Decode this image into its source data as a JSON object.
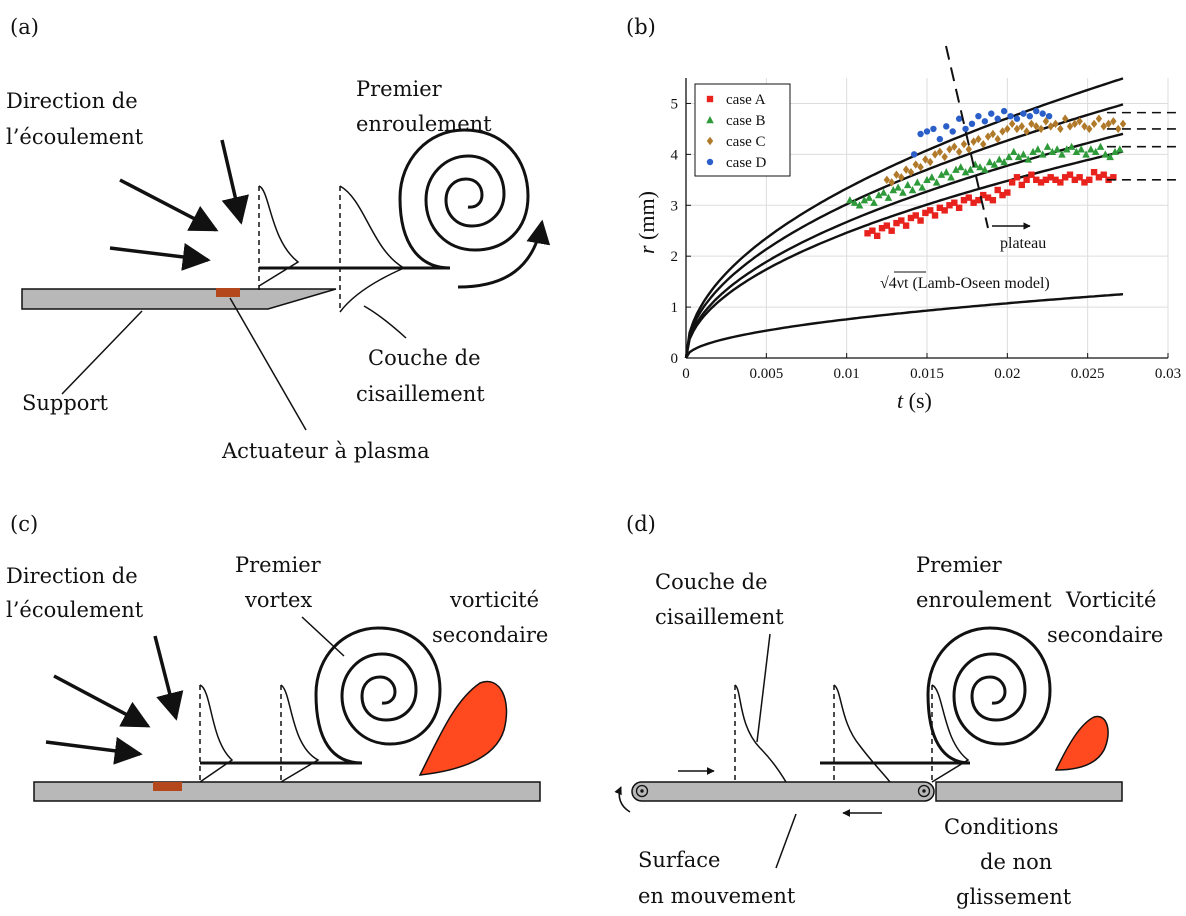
{
  "panels": {
    "a": {
      "tag": "(a)",
      "direction_line1": "Direction de",
      "direction_line2": "l’écoulement",
      "premier_line1": "Premier",
      "premier_line2": "enroulement",
      "support": "Support",
      "couche_line1": "Couche de",
      "couche_line2": "cisaillement",
      "actuator": "Actuateur à plasma"
    },
    "b": {
      "tag": "(b)"
    },
    "c": {
      "tag": "(c)",
      "direction_line1": "Direction de",
      "direction_line2": "l’écoulement",
      "vortex_line1": "Premier",
      "vortex_line2": "vortex",
      "secondary_line1": "vorticité",
      "secondary_line2": "secondaire"
    },
    "d": {
      "tag": "(d)",
      "couche_line1": "Couche de",
      "couche_line2": "cisaillement",
      "premier_line1": "Premier",
      "premier_line2": "enroulement",
      "secondary_line1": "Vorticité",
      "secondary_line2": "secondaire",
      "surface_line1": "Surface",
      "surface_line2": "en mouvement",
      "cond_line1": "Conditions",
      "cond_line2": "de non",
      "cond_line3": "glissement"
    }
  },
  "colors": {
    "plate": "#b8b8b8",
    "actuator": "#b5471c",
    "secondary_vorticity": "#ff4a1f",
    "case_a": "#e8231e",
    "case_b": "#2f9a3a",
    "case_c": "#b07a2a",
    "case_d": "#2a5fc9"
  },
  "chart_data": {
    "type": "scatter",
    "xlabel_var": "t",
    "xlabel_unit": " (s)",
    "ylabel_var": "r",
    "ylabel_unit": " (mm)",
    "xlim": [
      0,
      0.03
    ],
    "ylim": [
      0,
      5.5
    ],
    "x_ticks": [
      "0",
      "0.005",
      "0.01",
      "0.015",
      "0.02",
      "0.025",
      "0.03"
    ],
    "y_ticks": [
      "0",
      "1",
      "2",
      "3",
      "4",
      "5"
    ],
    "legend_position": "top-left",
    "plateau_label": "plateau",
    "model_label_formula": "√4νt",
    "model_label_text": " (Lamb-Oseen model)",
    "series": [
      {
        "name": "case A",
        "marker": "square",
        "color": "#e8231e",
        "x": [
          0.0113,
          0.0116,
          0.0119,
          0.0122,
          0.0125,
          0.0128,
          0.0131,
          0.0134,
          0.0137,
          0.014,
          0.0143,
          0.0146,
          0.0149,
          0.0152,
          0.0155,
          0.0158,
          0.0161,
          0.0164,
          0.0167,
          0.017,
          0.0173,
          0.0176,
          0.0179,
          0.0182,
          0.0185,
          0.0188,
          0.0191,
          0.0194,
          0.0197,
          0.02,
          0.0203,
          0.0206,
          0.0209,
          0.0212,
          0.0215,
          0.0218,
          0.0221,
          0.0224,
          0.0227,
          0.023,
          0.0233,
          0.0236,
          0.0239,
          0.0242,
          0.0245,
          0.0248,
          0.0251,
          0.0254,
          0.0257,
          0.026,
          0.0263,
          0.0266
        ],
        "y": [
          2.45,
          2.5,
          2.4,
          2.55,
          2.6,
          2.5,
          2.65,
          2.7,
          2.6,
          2.75,
          2.8,
          2.7,
          2.85,
          2.9,
          2.8,
          2.95,
          2.9,
          3.0,
          3.05,
          2.95,
          3.1,
          3.15,
          3.05,
          3.1,
          3.2,
          3.15,
          3.1,
          3.3,
          3.2,
          3.25,
          3.45,
          3.55,
          3.4,
          3.5,
          3.6,
          3.5,
          3.45,
          3.5,
          3.55,
          3.5,
          3.45,
          3.55,
          3.6,
          3.5,
          3.55,
          3.45,
          3.5,
          3.65,
          3.55,
          3.6,
          3.5,
          3.55
        ]
      },
      {
        "name": "case B",
        "marker": "triangle",
        "color": "#2f9a3a",
        "x": [
          0.0102,
          0.0105,
          0.0108,
          0.0111,
          0.0114,
          0.0117,
          0.012,
          0.0123,
          0.0126,
          0.0129,
          0.0132,
          0.0135,
          0.0138,
          0.0141,
          0.0144,
          0.0147,
          0.015,
          0.0153,
          0.0156,
          0.0159,
          0.0162,
          0.0165,
          0.0168,
          0.0171,
          0.0174,
          0.0177,
          0.018,
          0.0183,
          0.0186,
          0.0189,
          0.0192,
          0.0195,
          0.0198,
          0.0201,
          0.0204,
          0.0207,
          0.021,
          0.0213,
          0.0216,
          0.0219,
          0.0222,
          0.0225,
          0.0228,
          0.0231,
          0.0234,
          0.0237,
          0.024,
          0.0243,
          0.0246,
          0.0249,
          0.0252,
          0.0255,
          0.0258,
          0.0261,
          0.0264,
          0.0267,
          0.027
        ],
        "y": [
          3.1,
          3.05,
          3.0,
          3.1,
          3.15,
          3.05,
          3.2,
          3.25,
          3.15,
          3.3,
          3.35,
          3.25,
          3.4,
          3.3,
          3.45,
          3.35,
          3.5,
          3.55,
          3.45,
          3.6,
          3.65,
          3.55,
          3.7,
          3.75,
          3.65,
          3.7,
          3.8,
          3.75,
          3.7,
          3.85,
          3.8,
          3.9,
          3.85,
          3.95,
          4.05,
          3.95,
          4.0,
          3.9,
          4.05,
          4.1,
          4.0,
          4.15,
          4.05,
          4.1,
          4.0,
          4.1,
          4.15,
          4.05,
          4.1,
          4.0,
          4.1,
          4.05,
          4.15,
          4.0,
          3.95,
          4.05,
          4.1
        ]
      },
      {
        "name": "case C",
        "marker": "diamond",
        "color": "#b07a2a",
        "x": [
          0.0125,
          0.0128,
          0.0131,
          0.0134,
          0.0137,
          0.014,
          0.0143,
          0.0146,
          0.0149,
          0.0152,
          0.0155,
          0.0158,
          0.0161,
          0.0164,
          0.0167,
          0.017,
          0.0173,
          0.0176,
          0.0179,
          0.0182,
          0.0185,
          0.0188,
          0.0191,
          0.0194,
          0.0197,
          0.02,
          0.0203,
          0.0206,
          0.0209,
          0.0212,
          0.0215,
          0.0218,
          0.0221,
          0.0224,
          0.0227,
          0.023,
          0.0233,
          0.0236,
          0.0239,
          0.0242,
          0.0245,
          0.0248,
          0.0251,
          0.0254,
          0.0257,
          0.026,
          0.0263,
          0.0266,
          0.0269,
          0.0272
        ],
        "y": [
          3.5,
          3.45,
          3.6,
          3.55,
          3.7,
          3.65,
          3.8,
          3.75,
          3.9,
          3.85,
          4.0,
          4.05,
          3.95,
          4.1,
          4.15,
          4.05,
          4.2,
          4.1,
          4.25,
          4.3,
          4.2,
          4.35,
          4.4,
          4.3,
          4.45,
          4.5,
          4.6,
          4.5,
          4.55,
          4.45,
          4.6,
          4.55,
          4.5,
          4.65,
          4.55,
          4.6,
          4.5,
          4.7,
          4.55,
          4.6,
          4.65,
          4.55,
          4.5,
          4.6,
          4.7,
          4.55,
          4.6,
          4.65,
          4.5,
          4.6
        ]
      },
      {
        "name": "case D",
        "marker": "circle",
        "color": "#2a5fc9",
        "x": [
          0.0142,
          0.0146,
          0.015,
          0.0154,
          0.0158,
          0.0162,
          0.0166,
          0.017,
          0.0174,
          0.0178,
          0.0182,
          0.0186,
          0.019,
          0.0194,
          0.0198,
          0.0202,
          0.0206,
          0.021,
          0.0214,
          0.0218,
          0.0222,
          0.0226
        ],
        "y": [
          4.0,
          4.4,
          4.45,
          4.5,
          4.3,
          4.55,
          4.45,
          4.7,
          4.5,
          4.6,
          4.75,
          4.65,
          4.8,
          4.7,
          4.85,
          4.75,
          4.7,
          4.8,
          4.75,
          4.85,
          4.8,
          4.75
        ]
      }
    ],
    "plateau_levels_mm": [
      3.5,
      4.15,
      4.5,
      4.82
    ],
    "fit_curves": [
      {
        "coef": 33.3,
        "x_end": 0.0272
      },
      {
        "coef": 30.2,
        "x_end": 0.0272
      },
      {
        "coef": 26.7,
        "x_end": 0.0272
      },
      {
        "coef": 24.6,
        "x_end": 0.0272
      },
      {
        "coef": 7.6,
        "x_end": 0.0272
      }
    ]
  }
}
